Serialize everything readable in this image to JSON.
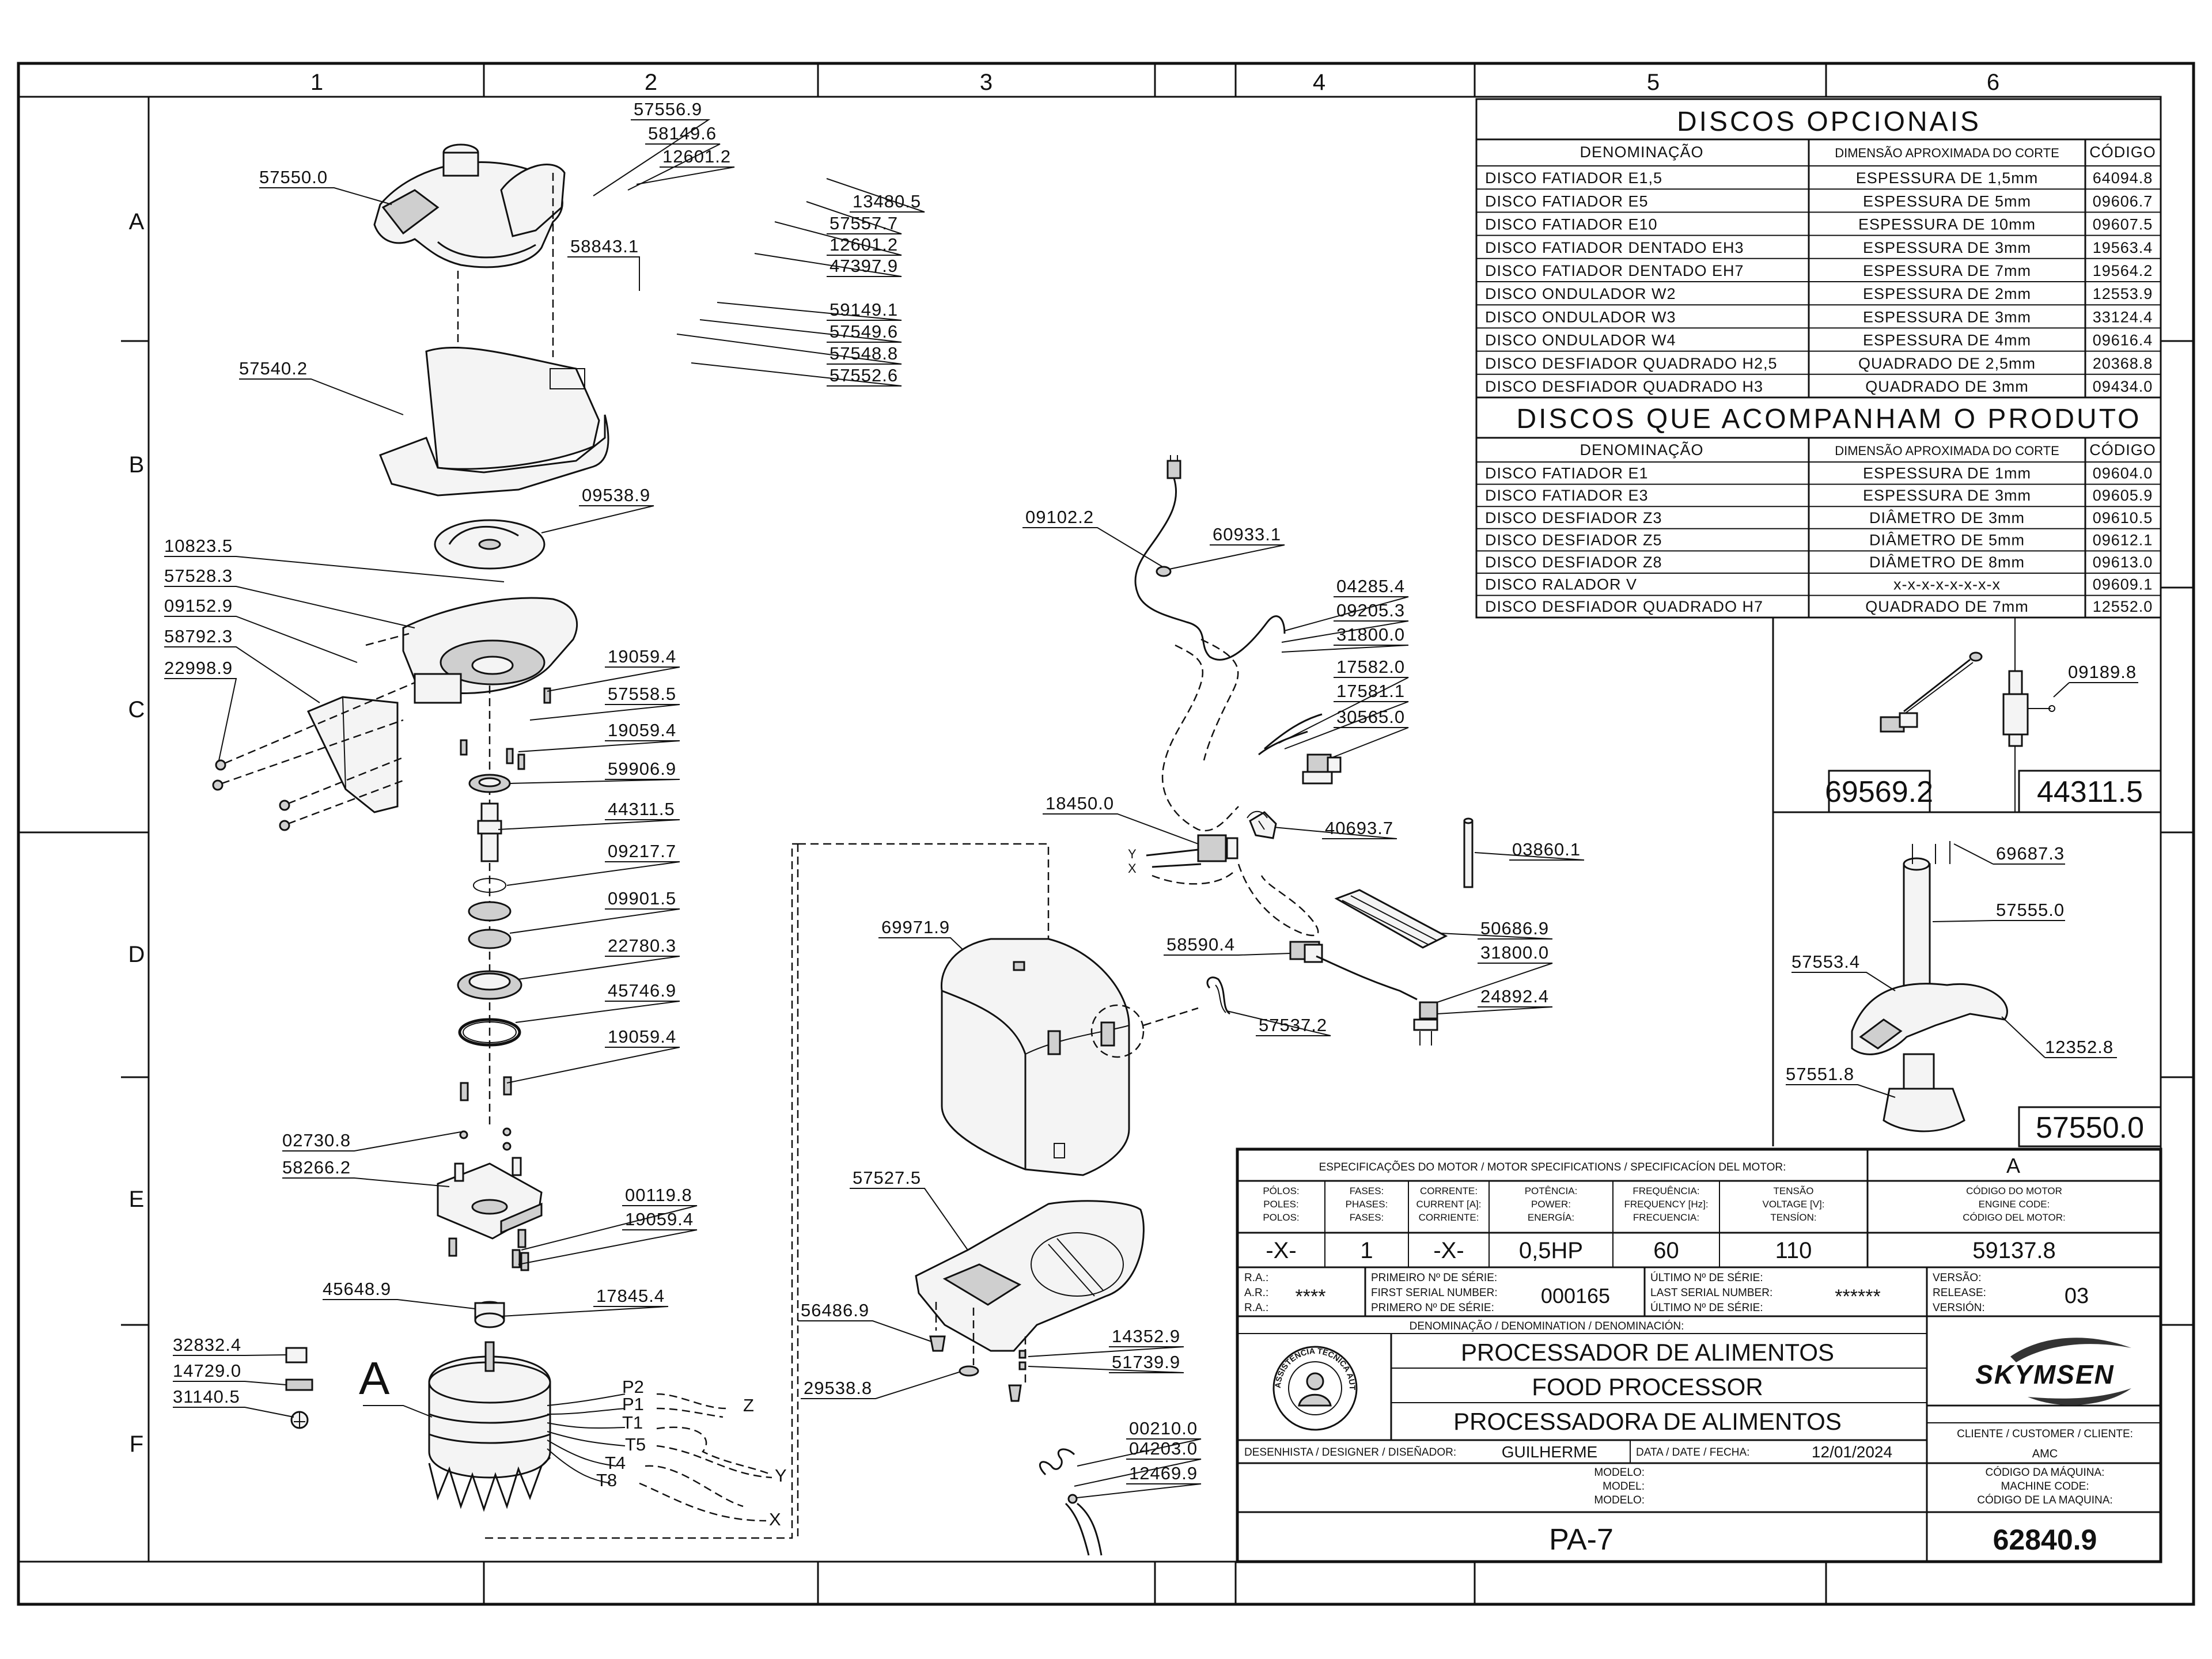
{
  "grid": {
    "columns": [
      "1",
      "2",
      "3",
      "4",
      "5",
      "6"
    ],
    "rows": [
      "A",
      "B",
      "C",
      "D",
      "E",
      "F"
    ]
  },
  "optional_discs": {
    "title": "DISCOS OPCIONAIS",
    "headers": [
      "DENOMINAÇÃO",
      "DIMENSÃO APROXIMADA DO CORTE",
      "CÓDIGO"
    ],
    "rows": [
      [
        "DISCO FATIADOR E1,5",
        "ESPESSURA DE 1,5mm",
        "64094.8"
      ],
      [
        "DISCO FATIADOR E5",
        "ESPESSURA DE 5mm",
        "09606.7"
      ],
      [
        "DISCO FATIADOR E10",
        "ESPESSURA DE 10mm",
        "09607.5"
      ],
      [
        "DISCO FATIADOR DENTADO EH3",
        "ESPESSURA DE 3mm",
        "19563.4"
      ],
      [
        "DISCO FATIADOR DENTADO EH7",
        "ESPESSURA DE 7mm",
        "19564.2"
      ],
      [
        "DISCO ONDULADOR W2",
        "ESPESSURA DE 2mm",
        "12553.9"
      ],
      [
        "DISCO ONDULADOR W3",
        "ESPESSURA DE 3mm",
        "33124.4"
      ],
      [
        "DISCO ONDULADOR W4",
        "ESPESSURA DE 4mm",
        "09616.4"
      ],
      [
        "DISCO DESFIADOR QUADRADO H2,5",
        "QUADRADO DE 2,5mm",
        "20368.8"
      ],
      [
        "DISCO DESFIADOR QUADRADO H3",
        "QUADRADO DE 3mm",
        "09434.0"
      ]
    ]
  },
  "included_discs": {
    "title": "DISCOS QUE ACOMPANHAM O PRODUTO",
    "headers": [
      "DENOMINAÇÃO",
      "DIMENSÃO APROXIMADA DO CORTE",
      "CÓDIGO"
    ],
    "rows": [
      [
        "DISCO FATIADOR E1",
        "ESPESSURA DE 1mm",
        "09604.0"
      ],
      [
        "DISCO FATIADOR E3",
        "ESPESSURA DE 3mm",
        "09605.9"
      ],
      [
        "DISCO DESFIADOR Z3",
        "DIÂMETRO DE 3mm",
        "09610.5"
      ],
      [
        "DISCO DESFIADOR Z5",
        "DIÂMETRO DE 5mm",
        "09612.1"
      ],
      [
        "DISCO DESFIADOR Z8",
        "DIÂMETRO DE 8mm",
        "09613.0"
      ],
      [
        "DISCO RALADOR V",
        "x-x-x-x-x-x-x-x",
        "09609.1"
      ],
      [
        "DISCO DESFIADOR QUADRADO H7",
        "QUADRADO DE 7mm",
        "12552.0"
      ]
    ]
  },
  "callouts": {
    "main": [
      "57556.9",
      "58149.6",
      "12601.2",
      "57550.0",
      "13480.5",
      "57557.7",
      "12601.2",
      "47397.9",
      "58843.1",
      "59149.1",
      "57549.6",
      "57548.8",
      "57552.6",
      "57540.2",
      "09538.9",
      "10823.5",
      "57528.3",
      "09152.9",
      "58792.3",
      "22998.9",
      "19059.4",
      "57558.5",
      "19059.4",
      "59906.9",
      "44311.5",
      "09217.7",
      "09901.5",
      "22780.3",
      "45746.9",
      "19059.4",
      "02730.8",
      "58266.2",
      "00119.8",
      "19059.4",
      "45648.9",
      "17845.4",
      "32832.4",
      "14729.0",
      "31140.5"
    ],
    "center": [
      "69971.9",
      "57527.5",
      "56486.9",
      "29538.8",
      "14352.9",
      "51739.9",
      "00210.0",
      "04203.0",
      "12469.9"
    ],
    "electrical": [
      "09102.2",
      "60933.1",
      "04285.4",
      "09205.3",
      "31800.0",
      "17582.0",
      "17581.1",
      "30565.0",
      "18450.0",
      "40693.7",
      "03860.1",
      "50686.9",
      "31800.0",
      "58590.4",
      "57537.2",
      "24892.4"
    ],
    "side": [
      "09189.8",
      "69687.3",
      "57555.0",
      "57553.4",
      "12352.8",
      "57551.8"
    ],
    "boxed": [
      "69569.2",
      "44311.5",
      "57550.0"
    ],
    "motor_letter": "A",
    "wires": [
      "P2",
      "P1",
      "T1",
      "T5",
      "T4",
      "T8"
    ],
    "wire_ends": [
      "Z",
      "Y",
      "X"
    ],
    "harness_ends": [
      "Y",
      "X"
    ]
  },
  "motor_spec": {
    "title": "ESPECIFICAÇÕES DO MOTOR / MOTOR SPECIFICATIONS / SPECIFICACÍON DEL MOTOR:",
    "variant": "A",
    "columns": [
      {
        "h1": "PÓLOS:",
        "h2": "POLES:",
        "h3": "POLOS:",
        "value": "-X-"
      },
      {
        "h1": "FASES:",
        "h2": "PHASES:",
        "h3": "FASES:",
        "value": "1"
      },
      {
        "h1": "CORRENTE:",
        "h2": "CURRENT [A]:",
        "h3": "CORRIENTE:",
        "value": "-X-"
      },
      {
        "h1": "POTÊNCIA:",
        "h2": "POWER:",
        "h3": "ENERGÍA:",
        "value": "0,5HP"
      },
      {
        "h1": "FREQUÊNCIA:",
        "h2": "FREQUENCY [Hz]:",
        "h3": "FRECUENCIA:",
        "value": "60"
      },
      {
        "h1": "TENSÃO",
        "h2": "VOLTAGE [V]:",
        "h3": "TENSÍON:",
        "value": "110"
      },
      {
        "h1": "CÓDIGO DO MOTOR",
        "h2": "ENGINE CODE:",
        "h3": "CÓDIGO DEL MOTOR:",
        "value": "59137.8"
      }
    ]
  },
  "title_block": {
    "ra_labels": [
      "R.A.:",
      "A.R.:",
      "R.A.:"
    ],
    "ra_value": "****",
    "first_serial_labels": [
      "PRIMEIRO Nº DE SÉRIE:",
      "FIRST SERIAL NUMBER:",
      "PRIMERO Nº DE SÉRIE:"
    ],
    "first_serial": "000165",
    "last_serial_labels": [
      "ÚLTIMO Nº DE SÉRIE:",
      "LAST SERIAL NUMBER:",
      "ÚLTIMO Nº DE SÉRIE:"
    ],
    "last_serial": "******",
    "version_labels": [
      "VERSÃO:",
      "RELEASE:",
      "VERSIÓN:"
    ],
    "version": "03",
    "denomination_label": "DENOMINAÇÃO / DENOMINATION / DENOMINACIÓN:",
    "names": [
      "PROCESSADOR DE ALIMENTOS",
      "FOOD PROCESSOR",
      "PROCESSADORA DE ALIMENTOS"
    ],
    "brand": "SKYMSEN",
    "seal_text": "ASSISTÊNCIA TÉCNICA AUTORIZADA",
    "designer_label": "DESENHISTA / DESIGNER / DISEÑADOR:",
    "designer": "GUILHERME",
    "date_label": "DATA / DATE / FECHA:",
    "date": "12/01/2024",
    "client_label": "CLIENTE / CUSTOMER / CLIENTE:",
    "client": "AMC",
    "model_labels": [
      "MODELO:",
      "MODEL:",
      "MODELO:"
    ],
    "model": "PA-7",
    "machine_code_labels": [
      "CÓDIGO DA MÁQUINA:",
      "MACHINE CODE:",
      "CÓDIGO DE LA MAQUINA:"
    ],
    "machine_code": "62840.9"
  }
}
